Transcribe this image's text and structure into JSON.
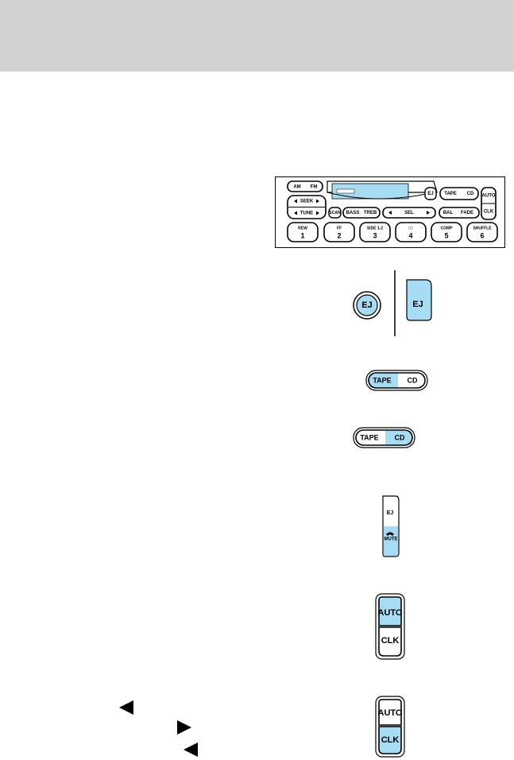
{
  "radio": {
    "am": "AM",
    "fm": "FM",
    "seek": "SEEK",
    "tune": "TUNE",
    "scan": "SCAN",
    "bass": "BASS",
    "treb": "TREB",
    "sel": "SEL",
    "bal": "BAL",
    "fade": "FADE",
    "ej": "EJ",
    "tape": "TAPE",
    "cd": "CD",
    "auto": "AUTO",
    "clk": "CLK",
    "presets": [
      {
        "top": "REW",
        "num": "1"
      },
      {
        "top": "FF",
        "num": "2"
      },
      {
        "top": "SIDE 1-2",
        "num": "3"
      },
      {
        "top": "□□",
        "num": "4"
      },
      {
        "top": "COMP",
        "num": "5"
      },
      {
        "top": "SHUFFLE",
        "num": "6"
      }
    ]
  },
  "eject": {
    "round_label": "EJ",
    "tall_label": "EJ"
  },
  "tape_cd_a": {
    "tape": "TAPE",
    "cd": "CD",
    "active": "TAPE"
  },
  "tape_cd_b": {
    "tape": "TAPE",
    "cd": "CD",
    "active": "CD"
  },
  "ej_mute": {
    "ej": "EJ",
    "mute": "MUTE"
  },
  "auto_clk_a": {
    "auto": "AUTO",
    "clk": "CLK",
    "active": "AUTO"
  },
  "auto_clk_b": {
    "auto": "AUTO",
    "clk": "CLK",
    "active": "CLK"
  },
  "colors": {
    "highlight": "#a6dcf4",
    "header": "#d2d2d2",
    "outline": "#000000"
  }
}
